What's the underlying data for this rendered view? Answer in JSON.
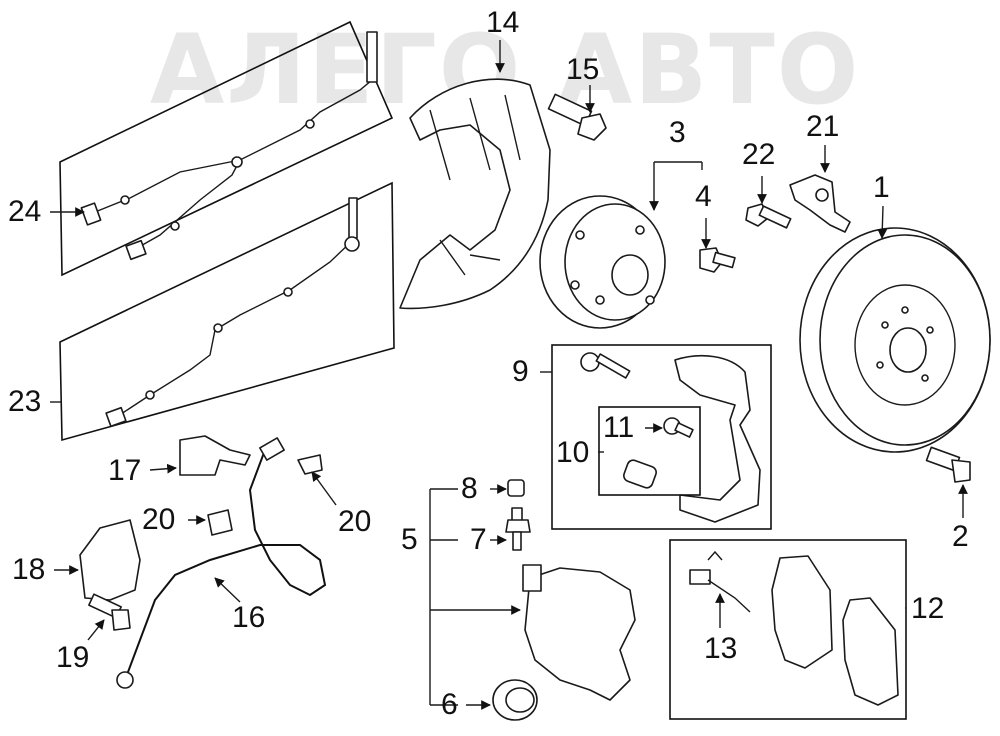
{
  "watermark": "АЛЕГО АВТО",
  "labels": {
    "l1": "1",
    "l2": "2",
    "l3": "3",
    "l4": "4",
    "l5": "5",
    "l6": "6",
    "l7": "7",
    "l8": "8",
    "l9": "9",
    "l10": "10",
    "l11": "11",
    "l12": "12",
    "l13": "13",
    "l14": "14",
    "l15": "15",
    "l16": "16",
    "l17": "17",
    "l18": "18",
    "l19": "19",
    "l20a": "20",
    "l20b": "20",
    "l21": "21",
    "l22": "22",
    "l23": "23",
    "l24": "24"
  }
}
